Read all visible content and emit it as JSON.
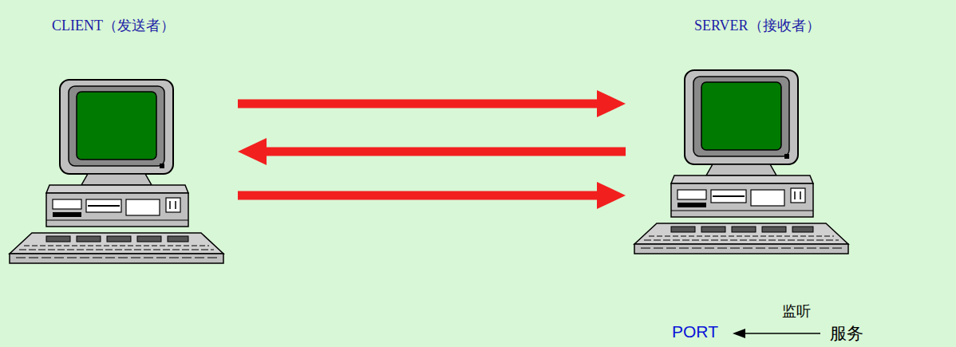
{
  "diagram": {
    "nodes": [
      {
        "text": [
          "CLIENT（发送者）"
        ]
      },
      {
        "text": [
          "SERVER（接收者）"
        ]
      }
    ],
    "edges": [
      {
        "from": 0,
        "to": 1,
        "arrow": "to"
      },
      {
        "from": 1,
        "to": 0,
        "arrow": "to"
      },
      {
        "from": 0,
        "to": 1,
        "arrow": "to"
      }
    ],
    "labels": [
      "PORT",
      "监听",
      "服务"
    ]
  }
}
